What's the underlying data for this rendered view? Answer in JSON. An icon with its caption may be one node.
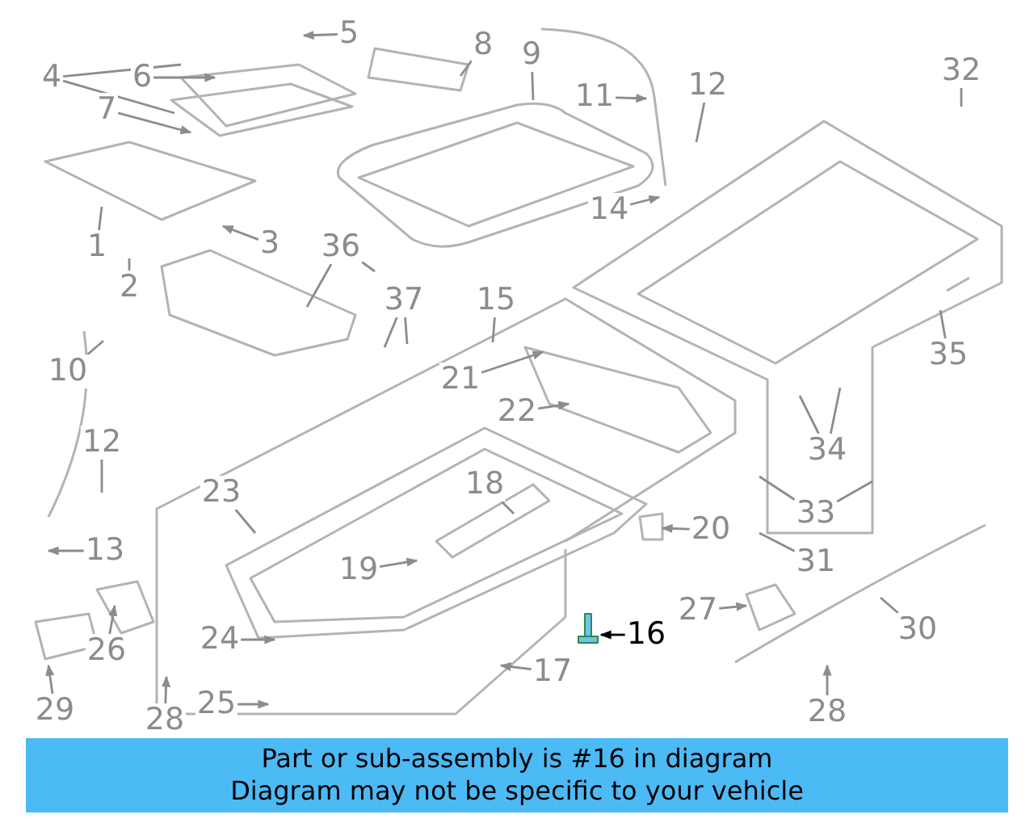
{
  "diagram": {
    "nodes": [
      {
        "text": [
          "5"
        ]
      },
      {
        "text": [
          "8"
        ]
      },
      {
        "text": [
          "9"
        ]
      },
      {
        "text": [
          "32"
        ]
      },
      {
        "text": [
          "4"
        ]
      },
      {
        "text": [
          "6"
        ]
      },
      {
        "text": [
          "12"
        ]
      },
      {
        "text": [
          "7"
        ]
      },
      {
        "text": [
          "11"
        ]
      },
      {
        "text": [
          "14"
        ]
      },
      {
        "text": [
          "1"
        ]
      },
      {
        "text": [
          "3"
        ]
      },
      {
        "text": [
          "36"
        ]
      },
      {
        "text": [
          "2"
        ]
      },
      {
        "text": [
          "15"
        ]
      },
      {
        "text": [
          "37"
        ]
      },
      {
        "text": [
          "10"
        ]
      },
      {
        "text": [
          "35"
        ]
      },
      {
        "text": [
          "21"
        ]
      },
      {
        "text": [
          "22"
        ]
      },
      {
        "text": [
          "34"
        ]
      },
      {
        "text": [
          "12"
        ]
      },
      {
        "text": [
          "23"
        ]
      },
      {
        "text": [
          "18"
        ]
      },
      {
        "text": [
          "33"
        ]
      },
      {
        "text": [
          "20"
        ]
      },
      {
        "text": [
          "13"
        ]
      },
      {
        "text": [
          "31"
        ]
      },
      {
        "text": [
          "19"
        ]
      },
      {
        "text": [
          "27"
        ]
      },
      {
        "text": [
          "16"
        ]
      },
      {
        "text": [
          "30"
        ]
      },
      {
        "text": [
          "24"
        ]
      },
      {
        "text": [
          "26"
        ]
      },
      {
        "text": [
          "17"
        ]
      },
      {
        "text": [
          "29"
        ]
      },
      {
        "text": [
          "28"
        ]
      },
      {
        "text": [
          "25"
        ]
      },
      {
        "text": [
          "28"
        ]
      }
    ],
    "edges": [
      {
        "from": 0,
        "to": null,
        "arrow": "to"
      },
      {
        "from": 1,
        "to": null,
        "arrow": "none"
      },
      {
        "from": 2,
        "to": null,
        "arrow": "none"
      },
      {
        "from": 3,
        "to": null,
        "arrow": "none"
      },
      {
        "from": 4,
        "to": null,
        "arrow": "none"
      },
      {
        "from": 4,
        "to": null,
        "arrow": "none"
      },
      {
        "from": 5,
        "to": null,
        "arrow": "to"
      },
      {
        "from": 6,
        "to": null,
        "arrow": "none"
      },
      {
        "from": 7,
        "to": null,
        "arrow": "to"
      },
      {
        "from": 8,
        "to": null,
        "arrow": "to"
      },
      {
        "from": 9,
        "to": null,
        "arrow": "to"
      },
      {
        "from": 10,
        "to": null,
        "arrow": "none"
      },
      {
        "from": 11,
        "to": null,
        "arrow": "to"
      },
      {
        "from": 12,
        "to": null,
        "arrow": "none"
      },
      {
        "from": 12,
        "to": null,
        "arrow": "none"
      },
      {
        "from": 13,
        "to": null,
        "arrow": "none"
      },
      {
        "from": 14,
        "to": null,
        "arrow": "none"
      },
      {
        "from": 15,
        "to": null,
        "arrow": "none"
      },
      {
        "from": 15,
        "to": null,
        "arrow": "none"
      },
      {
        "from": 16,
        "to": null,
        "arrow": "none"
      },
      {
        "from": 17,
        "to": null,
        "arrow": "none"
      },
      {
        "from": 18,
        "to": null,
        "arrow": "to"
      },
      {
        "from": 19,
        "to": null,
        "arrow": "to"
      },
      {
        "from": 20,
        "to": null,
        "arrow": "none"
      },
      {
        "from": 20,
        "to": null,
        "arrow": "none"
      },
      {
        "from": 21,
        "to": null,
        "arrow": "none"
      },
      {
        "from": 22,
        "to": null,
        "arrow": "none"
      },
      {
        "from": 23,
        "to": null,
        "arrow": "none"
      },
      {
        "from": 24,
        "to": null,
        "arrow": "none"
      },
      {
        "from": 24,
        "to": null,
        "arrow": "none"
      },
      {
        "from": 25,
        "to": null,
        "arrow": "to"
      },
      {
        "from": 26,
        "to": null,
        "arrow": "to"
      },
      {
        "from": 27,
        "to": null,
        "arrow": "none"
      },
      {
        "from": 28,
        "to": null,
        "arrow": "to"
      },
      {
        "from": 29,
        "to": null,
        "arrow": "to"
      },
      {
        "from": 30,
        "to": null,
        "arrow": "to",
        "color": "#000000"
      },
      {
        "from": 31,
        "to": null,
        "arrow": "none"
      },
      {
        "from": 32,
        "to": null,
        "arrow": "to"
      },
      {
        "from": 33,
        "to": null,
        "arrow": "to"
      },
      {
        "from": 34,
        "to": null,
        "arrow": "to"
      },
      {
        "from": 35,
        "to": null,
        "arrow": "to"
      },
      {
        "from": 36,
        "to": null,
        "arrow": "to"
      },
      {
        "from": 37,
        "to": null,
        "arrow": "to"
      },
      {
        "from": 38,
        "to": null,
        "arrow": "to"
      }
    ],
    "labels": [
      "Part or sub-assembly is #16 in diagram",
      "Diagram may not be specific to your vehicle"
    ]
  }
}
